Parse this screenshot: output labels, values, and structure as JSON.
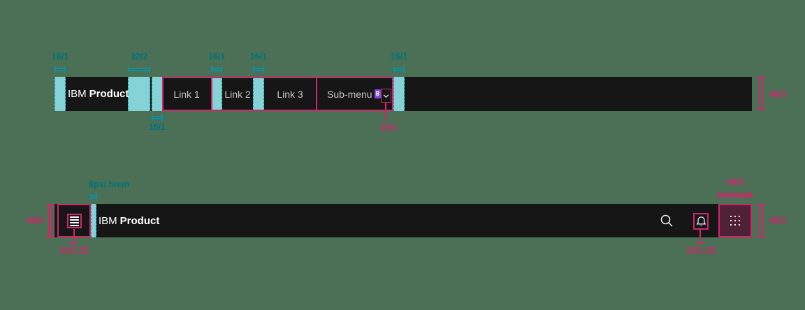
{
  "header_top": {
    "brand_prefix": "IBM",
    "brand_name": "Product",
    "links": [
      "Link 1",
      "Link 2",
      "Link 3"
    ],
    "submenu_label": "Sub-menu",
    "submenu_badge": "8"
  },
  "header_bottom": {
    "brand_prefix": "IBM",
    "brand_name": "Product"
  },
  "icons": {
    "submenu_chevron": "chevron-down-icon",
    "menu": "hamburger-menu-icon",
    "search": "search-icon",
    "notifications": "bell-icon",
    "app_switcher": "app-switcher-grid-icon"
  },
  "measurements": {
    "top_pad_left": "16/1",
    "top_brand_gap": "32/2",
    "gap_link1_link2": "16/1",
    "gap_link2_link3": "16/1",
    "top_right_pad": "16/1",
    "below_first_link": "16/1",
    "chevron_gap": "16/1",
    "top_bar_height": "48/3",
    "bottom_bar_height": "48/3",
    "menu_icon_size": "20/1.25",
    "icon_text_gap": "8px/.5rem",
    "bell_icon_size": "20/1.25",
    "switcher_width": "48/3",
    "switcher_height": "48/3"
  },
  "colors": {
    "background": "#4b7056",
    "bar": "#161616",
    "annotation_pink": "#d1256c",
    "spacing_teal_fill": "#85d3d7",
    "spacing_teal_text": "#00737d",
    "link_text": "#c6c6c6",
    "badge_purple": "#7d4fdd",
    "app_switcher_fill": "#4e2136"
  }
}
